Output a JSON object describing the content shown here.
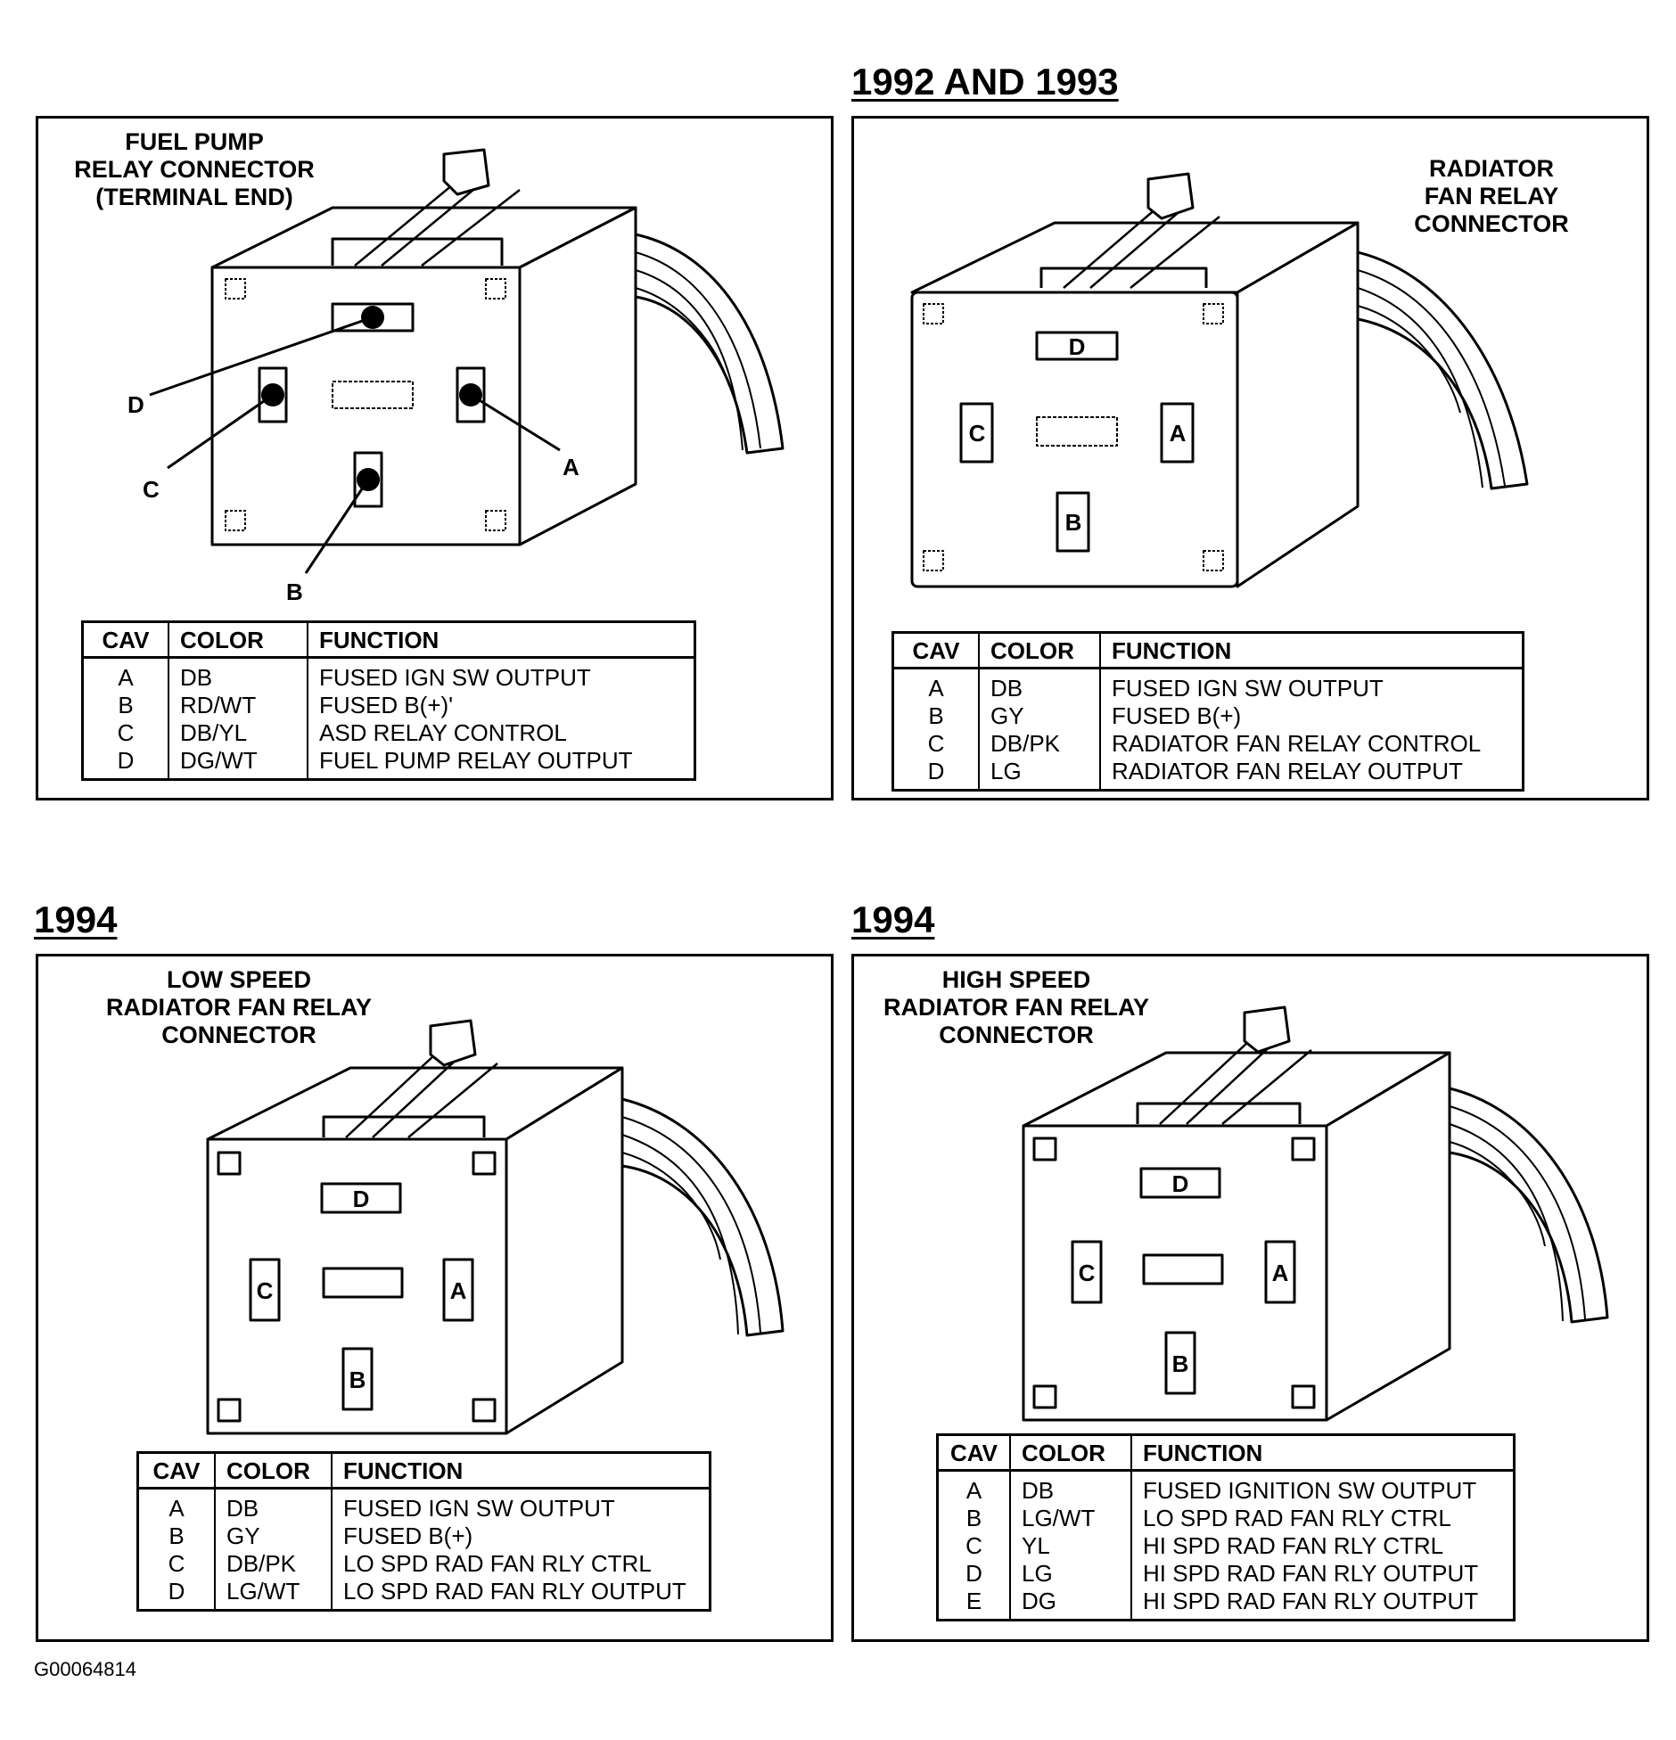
{
  "headings": {
    "top_right": "1992 AND 1993",
    "bottom_left": "1994",
    "bottom_right": "1994"
  },
  "panels": [
    {
      "title_lines": [
        "FUEL PUMP",
        "RELAY CONNECTOR",
        "(TERMINAL END)"
      ],
      "callouts": [
        "D",
        "C",
        "A",
        "B"
      ],
      "columns": [
        "CAV",
        "COLOR",
        "FUNCTION"
      ],
      "rows": [
        {
          "cav": "A",
          "color": "DB",
          "function": "FUSED IGN SW OUTPUT"
        },
        {
          "cav": "B",
          "color": "RD/WT",
          "function": "FUSED B(+)'"
        },
        {
          "cav": "C",
          "color": "DB/YL",
          "function": "ASD RELAY CONTROL"
        },
        {
          "cav": "D",
          "color": "DG/WT",
          "function": "FUEL PUMP RELAY OUTPUT"
        }
      ]
    },
    {
      "title_lines": [
        "RADIATOR",
        "FAN RELAY",
        "CONNECTOR"
      ],
      "cavities": [
        "D",
        "C",
        "A",
        "B"
      ],
      "columns": [
        "CAV",
        "COLOR",
        "FUNCTION"
      ],
      "rows": [
        {
          "cav": "A",
          "color": "DB",
          "function": "FUSED IGN SW OUTPUT"
        },
        {
          "cav": "B",
          "color": "GY",
          "function": "FUSED B(+)"
        },
        {
          "cav": "C",
          "color": "DB/PK",
          "function": "RADIATOR FAN RELAY CONTROL"
        },
        {
          "cav": "D",
          "color": "LG",
          "function": "RADIATOR FAN RELAY OUTPUT"
        }
      ]
    },
    {
      "title_lines": [
        "LOW SPEED",
        "RADIATOR FAN RELAY",
        "CONNECTOR"
      ],
      "cavities": [
        "D",
        "C",
        "A",
        "B"
      ],
      "columns": [
        "CAV",
        "COLOR",
        "FUNCTION"
      ],
      "rows": [
        {
          "cav": "A",
          "color": "DB",
          "function": "FUSED IGN SW OUTPUT"
        },
        {
          "cav": "B",
          "color": "GY",
          "function": "FUSED B(+)"
        },
        {
          "cav": "C",
          "color": "DB/PK",
          "function": "LO SPD RAD FAN RLY CTRL"
        },
        {
          "cav": "D",
          "color": "LG/WT",
          "function": "LO SPD RAD FAN RLY OUTPUT"
        }
      ]
    },
    {
      "title_lines": [
        "HIGH SPEED",
        "RADIATOR FAN RELAY",
        "CONNECTOR"
      ],
      "cavities": [
        "D",
        "C",
        "A",
        "B"
      ],
      "columns": [
        "CAV",
        "COLOR",
        "FUNCTION"
      ],
      "rows": [
        {
          "cav": "A",
          "color": "DB",
          "function": "FUSED IGNITION SW OUTPUT"
        },
        {
          "cav": "B",
          "color": "LG/WT",
          "function": "LO SPD RAD FAN RLY CTRL"
        },
        {
          "cav": "C",
          "color": "YL",
          "function": "HI SPD RAD FAN RLY CTRL"
        },
        {
          "cav": "D",
          "color": "LG",
          "function": "HI SPD RAD FAN RLY OUTPUT"
        },
        {
          "cav": "E",
          "color": "DG",
          "function": "HI SPD RAD FAN RLY OUTPUT"
        }
      ]
    }
  ],
  "figure_reference": "G00064814",
  "icons": [
    "relay-connector-drawing"
  ]
}
